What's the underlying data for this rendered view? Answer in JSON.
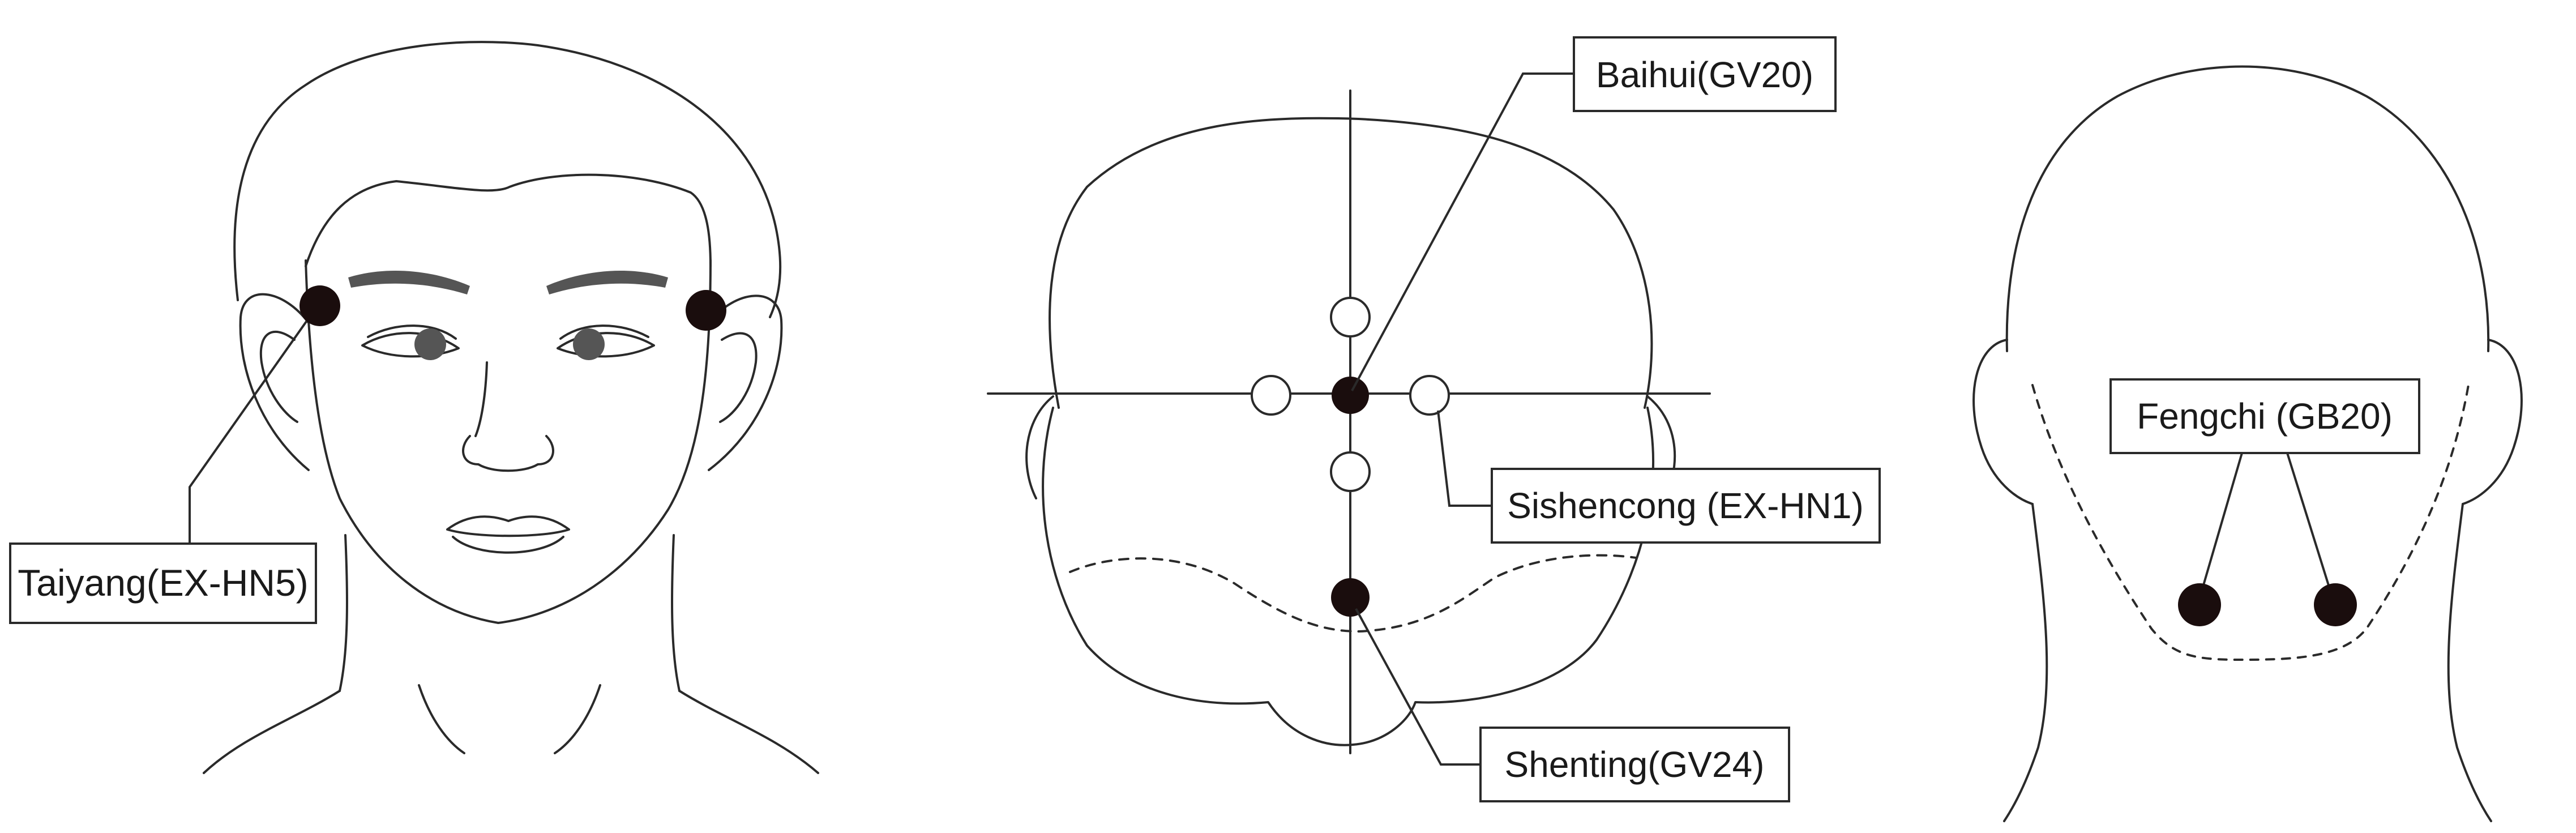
{
  "colors": {
    "background": "#ffffff",
    "line": "#2a2a2a",
    "point_filled": "#1a0d0d",
    "point_open": "#ffffff",
    "label_text": "#1a1a1a"
  },
  "labels": {
    "taiyang": "Taiyang(EX-HN5)",
    "baihui": "Baihui(GV20)",
    "sishencong": "Sishencong (EX-HN1)",
    "shenting": "Shenting(GV24)",
    "fengchi": "Fengchi (GB20)"
  }
}
